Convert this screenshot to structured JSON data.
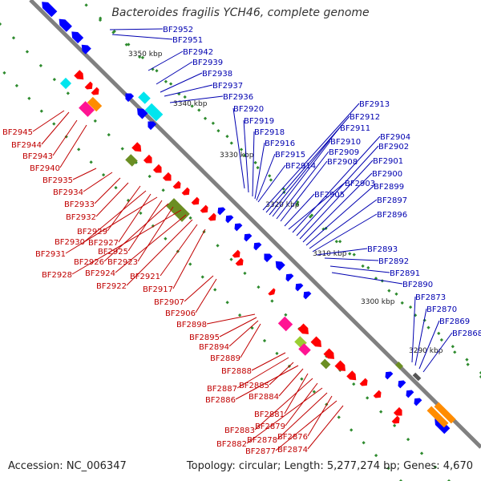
{
  "title": "Bacteroides fragilis YCH46, complete genome",
  "footer": {
    "accession": "Accession: NC_006347",
    "summary": "Topology: circular; Length: 5,277,274 bp; Genes: 4,670"
  },
  "colors": {
    "backbone": "#7f7f7f",
    "plus_strand": "#ff0000",
    "minus_strand": "#0000ff",
    "plus_label": "#c00000",
    "minus_label": "#0000b0",
    "gc_dots": "#2e8b2e",
    "cyan": "#00e5ee",
    "magenta": "#ff1493",
    "olive": "#6b8e23",
    "orange": "#ff8c00"
  },
  "scale_labels": [
    "3350 kbp",
    "3340 kbp",
    "3330 kbp",
    "3320 kbp",
    "3310 kbp",
    "3300 kbp",
    "3290 kbp"
  ],
  "genes_minus_strand": [
    "BF2952",
    "BF2951",
    "BF2942",
    "BF2939",
    "BF2938",
    "BF2937",
    "BF2936",
    "BF2920",
    "BF2919",
    "BF2918",
    "BF2916",
    "BF2915",
    "BF2914",
    "BF2913",
    "BF2912",
    "BF2911",
    "BF2910",
    "BF2909",
    "BF2908",
    "BF2905",
    "BF2903",
    "BF2904",
    "BF2902",
    "BF2901",
    "BF2900",
    "BF2899",
    "BF2897",
    "BF2896",
    "BF2893",
    "BF2892",
    "BF2891",
    "BF2890",
    "BF2873",
    "BF2870",
    "BF2869",
    "BF2868"
  ],
  "genes_plus_strand": [
    "BF2945",
    "BF2944",
    "BF2943",
    "BF2940",
    "BF2935",
    "BF2934",
    "BF2933",
    "BF2932",
    "BF2929",
    "BF2930",
    "BF2927",
    "BF2931",
    "BF2925",
    "BF2926",
    "BF2923",
    "BF2928",
    "BF2924",
    "BF2922",
    "BF2921",
    "BF2917",
    "BF2907",
    "BF2906",
    "BF2898",
    "BF2895",
    "BF2894",
    "BF2889",
    "BF2888",
    "BF2887",
    "BF2885",
    "BF2886",
    "BF2884",
    "BF2881",
    "BF2883",
    "BF2879",
    "BF2882",
    "BF2878",
    "BF2876",
    "BF2877",
    "BF2874"
  ]
}
